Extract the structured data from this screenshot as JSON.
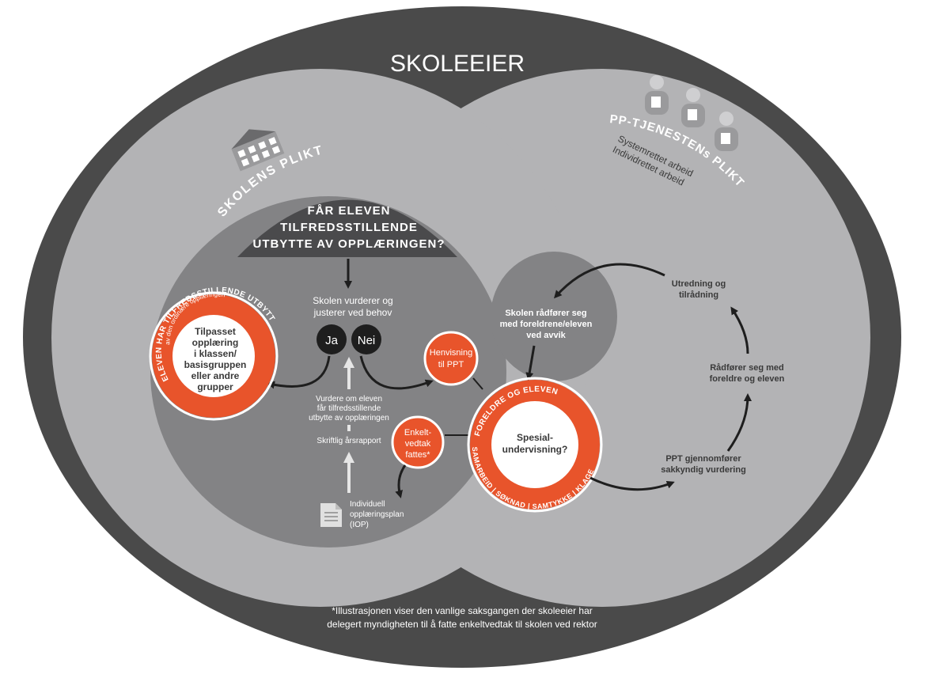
{
  "title": "SKOLEEIER",
  "schools_duty": {
    "label": "SKOLENS PLIKT"
  },
  "ppt_duty": {
    "label": "PP-TJENESTENs PLIKT",
    "lines": [
      "Systemrettet arbeid",
      "Individrettet arbeid"
    ]
  },
  "question": {
    "lines": [
      "FÅR ELEVEN",
      "TILFREDSSTILLENDE",
      "UTBYTTE AV OPPLÆRINGEN?"
    ]
  },
  "assess": {
    "lines": [
      "Skolen vurderer og",
      "justerer ved behov"
    ]
  },
  "yes_label": "Ja",
  "no_label": "Nei",
  "satisfied_ring": {
    "arc_top": "ELEVEN HAR TILFREDSSTILLENDE UTBYTTE",
    "arc_sub": "av den ordinære opplæringen",
    "center_lines": [
      "Tilpasset",
      "opplæring",
      "i klassen/",
      "basisgruppen",
      "eller andre",
      "grupper"
    ]
  },
  "referral": {
    "lines": [
      "Henvisning",
      "til PPT"
    ]
  },
  "evaluate": {
    "lines": [
      "Vurdere om eleven",
      "får tilfredsstillende",
      "utbytte av opplæringen"
    ]
  },
  "annual_report": "Skriftlig årsrapport",
  "decision": {
    "lines": [
      "Enkelt-",
      "vedtak",
      "fattes*"
    ]
  },
  "iop": {
    "lines": [
      "Individuell",
      "opplæringsplan",
      "(IOP)"
    ]
  },
  "consult": {
    "lines": [
      "Skolen rådfører seg",
      "med foreldrene/eleven",
      "ved avvik"
    ]
  },
  "special_ring": {
    "arc_top": "FORELDRE OG ELEVEN",
    "arc_bottom": [
      "SAMARBEID",
      "SØKNAD",
      "SAMTYKKE",
      "KLAGE"
    ],
    "center_lines": [
      "Spesial-",
      "undervisning?"
    ]
  },
  "investigation": {
    "lines": [
      "Utredning og",
      "tilrådning"
    ]
  },
  "ppt_consult": {
    "lines": [
      "Rådfører seg med",
      "foreldre og eleven"
    ]
  },
  "ppt_assessment": {
    "lines": [
      "PPT gjennomfører",
      "sakkyndig vurdering"
    ]
  },
  "footnote": {
    "lines": [
      "*Illustrasjonen viser den vanlige saksgangen der skoleeier har",
      "delegert myndigheten til å fatte enkeltvedtak til skolen ved rektor"
    ]
  },
  "icons": [
    "school-building-icon",
    "ppt-staff-icon",
    "document-icon"
  ],
  "colors": {
    "outer": "#4a4a4a",
    "ppt_area": "#b3b3b5",
    "school_area": "#838385",
    "question_band": "#4a4a4c",
    "accent": "#e8542b",
    "arrow": "#1e1e1e"
  }
}
